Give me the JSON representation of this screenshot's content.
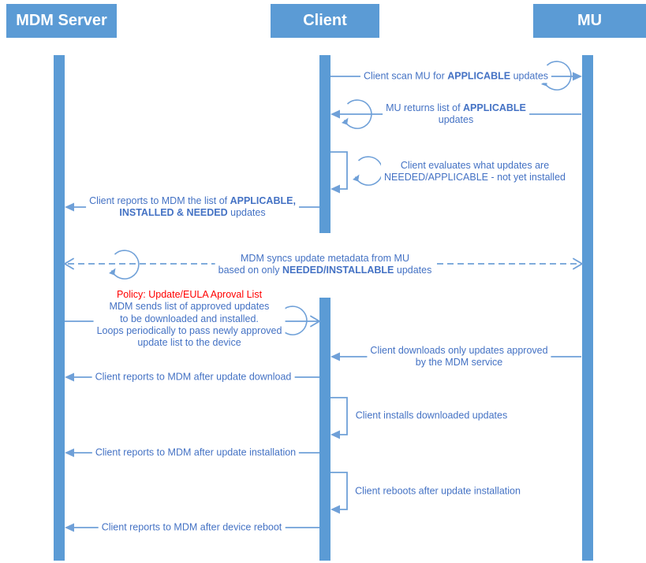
{
  "actors": {
    "mdm": "MDM Server",
    "client": "Client",
    "mu": "MU"
  },
  "messages": {
    "scan": {
      "pre": "Client scan MU for ",
      "bold": "APPLICABLE",
      "post": " updates"
    },
    "returns": {
      "line1_pre": "MU returns list of ",
      "line1_bold": "APPLICABLE",
      "line2": "updates"
    },
    "evaluates": {
      "line1": "Client evaluates what updates are",
      "line2": "NEEDED/APPLICABLE - not yet installed"
    },
    "report_list": {
      "line1_pre": "Client reports to MDM the list of ",
      "line1_bold": "APPLICABLE,",
      "line2_bold": "INSTALLED & NEEDED",
      "line2_post": " updates"
    },
    "sync": {
      "line1": "MDM syncs update metadata from MU",
      "line2_pre": "based on only ",
      "line2_bold": "NEEDED/INSTALLABLE",
      "line2_post": " updates"
    },
    "policy": {
      "title": "Policy: Update/EULA Aproval List",
      "line1": "MDM sends list of approved updates",
      "line2": "to be downloaded and installed.",
      "line3": "Loops periodically to pass newly approved",
      "line4": "update list to the device"
    },
    "download": {
      "line1": "Client downloads only updates approved",
      "line2": "by the MDM service"
    },
    "report_download": "Client reports to MDM after update download",
    "install": "Client installs downloaded updates",
    "report_install": "Client reports to MDM after update installation",
    "reboot": "Client reboots after update installation",
    "report_reboot": "Client reports to MDM after device reboot"
  },
  "colors": {
    "bar": "#5B9BD5",
    "line": "#6FA0D8",
    "text": "#4472C4",
    "red": "#FF0000"
  }
}
